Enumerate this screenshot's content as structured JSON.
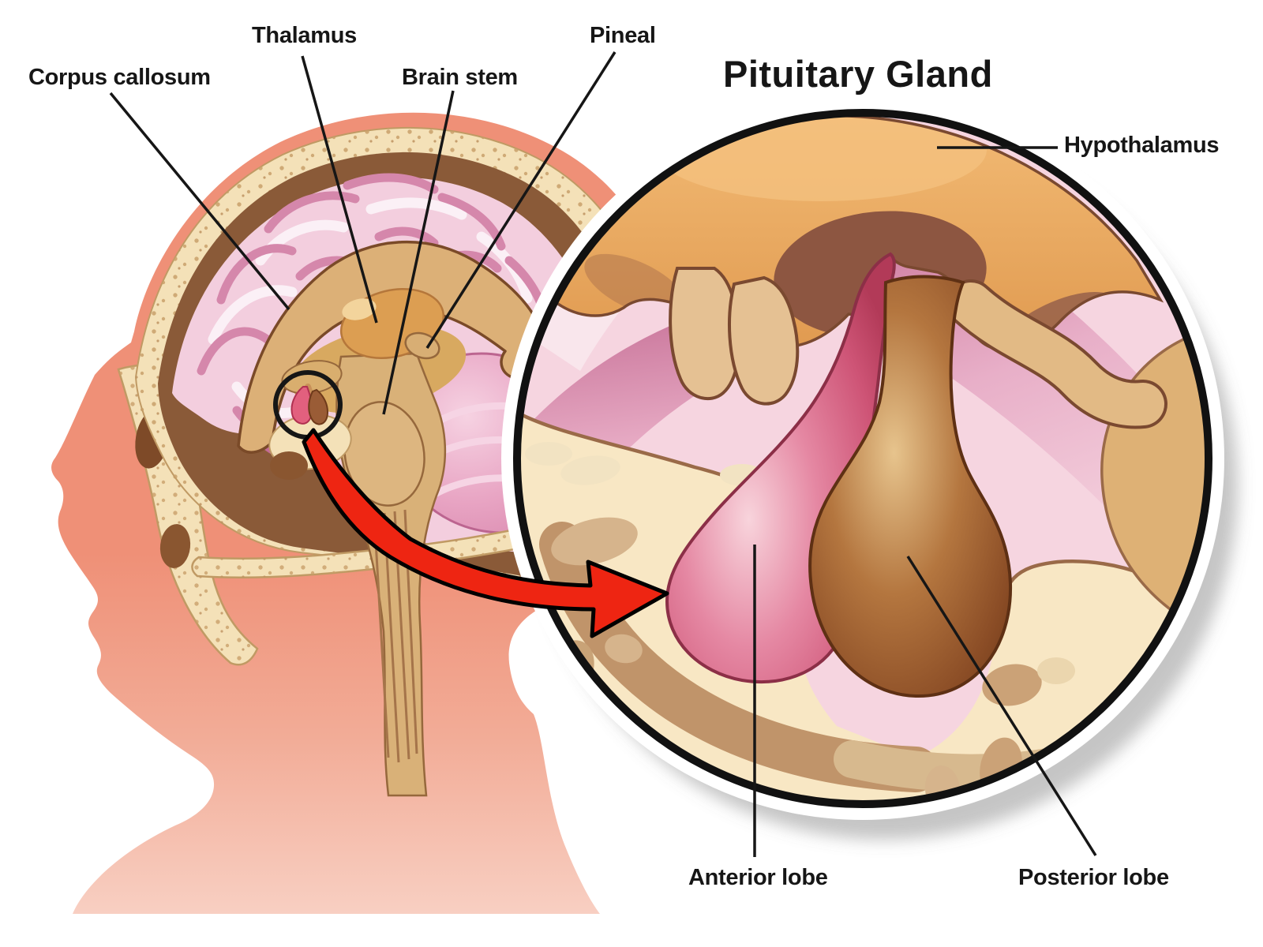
{
  "title": "Pituitary Gland",
  "labels": {
    "corpus_callosum": "Corpus callosum",
    "thalamus": "Thalamus",
    "brain_stem": "Brain stem",
    "pineal": "Pineal",
    "hypothalamus": "Hypothalamus",
    "anterior_lobe": "Anterior lobe",
    "posterior_lobe": "Posterior lobe"
  },
  "colors": {
    "skin_salmon": "#F0917E",
    "neck_light_pink": "#F7CCC0",
    "skull_bone_cream": "#F4E1B8",
    "dura_brown": "#8A5A38",
    "brain_pink": "#F3CEDE",
    "corpus_callosum_tan": "#DCB077",
    "thalamus_orange": "#DC9E52",
    "hypothalamus_tan": "#E9A75D",
    "anterior_lobe_pink": "#C94E6F",
    "posterior_lobe_brown": "#A96A38",
    "magnifier_arrow_red": "#EE2512",
    "outline_black": "#161616"
  }
}
